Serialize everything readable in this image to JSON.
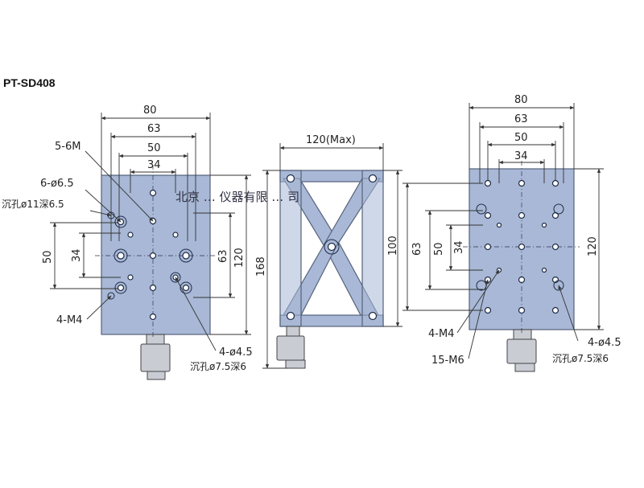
{
  "title": "PT-SD408",
  "watermark": "北京 … 仪器有限 … 司",
  "left_view": {
    "dims": {
      "w80": "80",
      "w63": "63",
      "w50": "50",
      "w34": "34",
      "h120": "120",
      "h63": "63",
      "h50": "50",
      "h34": "34"
    },
    "callouts": {
      "c1": "5-6M",
      "c2": "6-ø6.5",
      "c3": "沉孔ø11深6.5",
      "c4": "4-M4",
      "c5": "4-ø4.5",
      "c6": "沉孔ø7.5深6"
    }
  },
  "side_view": {
    "dims": {
      "w": "120(Max)",
      "h168": "168",
      "h100": "100"
    }
  },
  "right_view": {
    "dims": {
      "w80": "80",
      "w63": "63",
      "w50": "50",
      "w34": "34",
      "h120": "120",
      "h63": "63",
      "h50": "50",
      "h34": "34"
    },
    "callouts": {
      "c1": "4-M4",
      "c2": "15-M6",
      "c3": "4-ø4.5",
      "c4": "沉孔ø7.5深6"
    }
  }
}
